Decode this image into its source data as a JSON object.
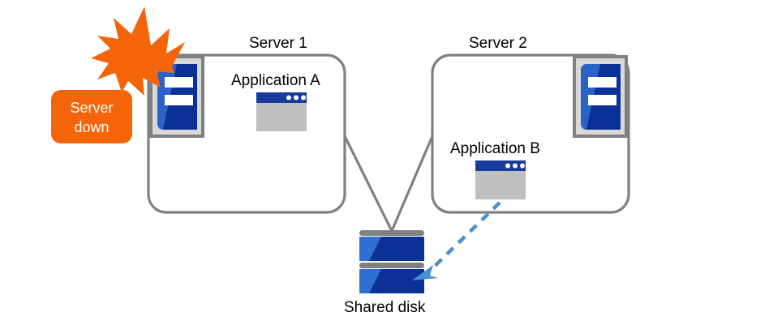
{
  "diagram": {
    "title_text": "",
    "colors": {
      "server_box_border": "#808080",
      "server_icon_blue_light": "#2B62C8",
      "server_icon_blue_dark": "#0A3296",
      "server_icon_frame_fill": "#D9D9D9",
      "server_icon_frame_border": "#808080",
      "app_window_titlebar": "#173A9B",
      "app_window_body": "#BFBFBF",
      "disk_blue_light": "#2E6FD4",
      "disk_blue_dark": "#0A3296",
      "disk_cap_gray": "#808080",
      "alert_orange": "#F4650A",
      "dashed_arrow_blue": "#4A8FD0",
      "connector_gray": "#808080",
      "text_black": "#000000"
    },
    "alert": {
      "badge_line1": "Server",
      "badge_line2": "down",
      "burst_icon": "lightning-burst-icon"
    },
    "servers": [
      {
        "name": "server-1",
        "title": "Server 1",
        "icon": "server-rack-icon",
        "icon_position": "top-left",
        "application": {
          "label": "Application  A",
          "icon": "app-window-icon",
          "dots": 3
        }
      },
      {
        "name": "server-2",
        "title": "Server 2",
        "icon": "server-rack-icon",
        "icon_position": "top-right",
        "application": {
          "label": "Application  B",
          "icon": "app-window-icon",
          "dots": 3
        }
      }
    ],
    "storage": {
      "label": "Shared disk",
      "icon": "shared-disk-icon",
      "units": 2
    },
    "connections": {
      "server1_to_disk": "solid-line",
      "server2_to_disk": "solid-line",
      "failover_arrow": "dashed-arrow"
    }
  }
}
